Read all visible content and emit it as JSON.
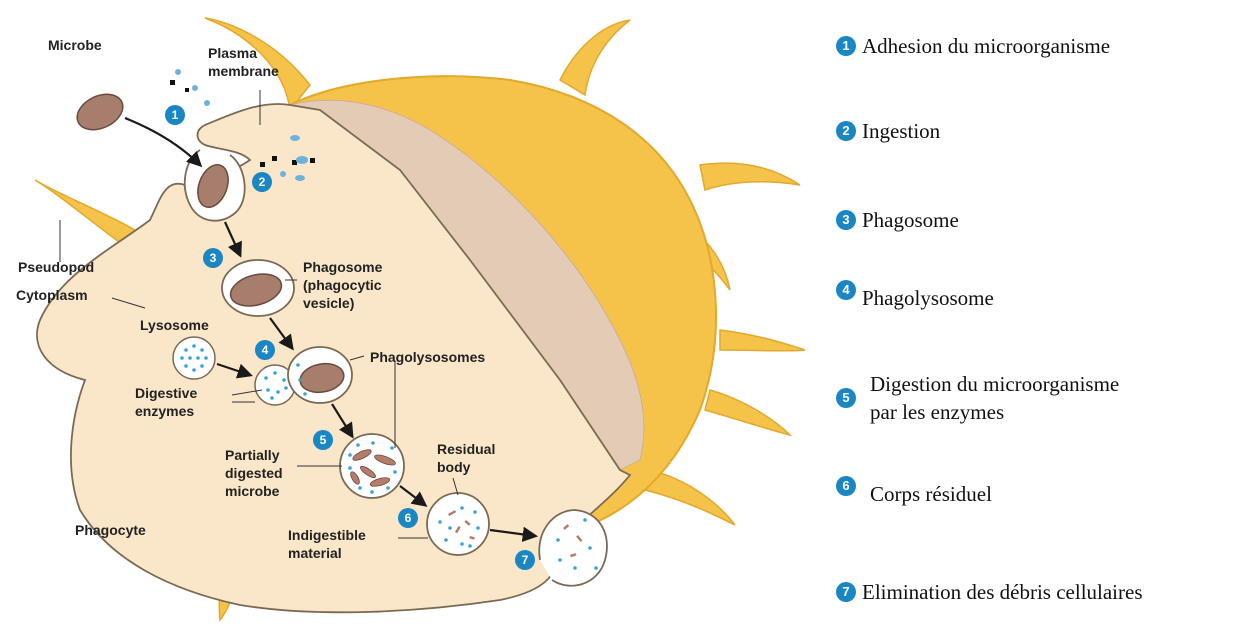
{
  "diagram": {
    "labels": {
      "microbe": "Microbe",
      "plasma_membrane_1": "Plasma",
      "plasma_membrane_2": "membrane",
      "pseudopod": "Pseudopod",
      "cytoplasm": "Cytoplasm",
      "lysosome": "Lysosome",
      "digestive_1": "Digestive",
      "digestive_2": "enzymes",
      "phagosome_1": "Phagosome",
      "phagosome_2": "(phagocytic",
      "phagosome_3": "vesicle)",
      "phagolysosomes": "Phagolysosomes",
      "partially_1": "Partially",
      "partially_2": "digested",
      "partially_3": "microbe",
      "residual_1": "Residual",
      "residual_2": "body",
      "indigestible_1": "Indigestible",
      "indigestible_2": "material",
      "phagocyte": "Phagocyte"
    },
    "step_numbers": [
      "1",
      "2",
      "3",
      "4",
      "5",
      "6",
      "7"
    ]
  },
  "legend": [
    {
      "num": "1",
      "text": "Adhesion du microorganisme"
    },
    {
      "num": "2",
      "text": "Ingestion"
    },
    {
      "num": "3",
      "text": "Phagosome"
    },
    {
      "num": "4",
      "text": "Phagolysosome"
    },
    {
      "num": "5",
      "text": "Digestion du microorganisme",
      "text2": "par les enzymes"
    },
    {
      "num": "6",
      "text": "Corps résiduel"
    },
    {
      "num": "7",
      "text": "Elimination des débris cellulaires"
    }
  ],
  "colors": {
    "cell_body": "#fae7c9",
    "cell_outer": "#f5c24a",
    "cut_face": "#e4cbb6",
    "microbe": "#a77e6d",
    "badge": "#1b86c4",
    "enzyme_dot": "#3aa3d6"
  }
}
